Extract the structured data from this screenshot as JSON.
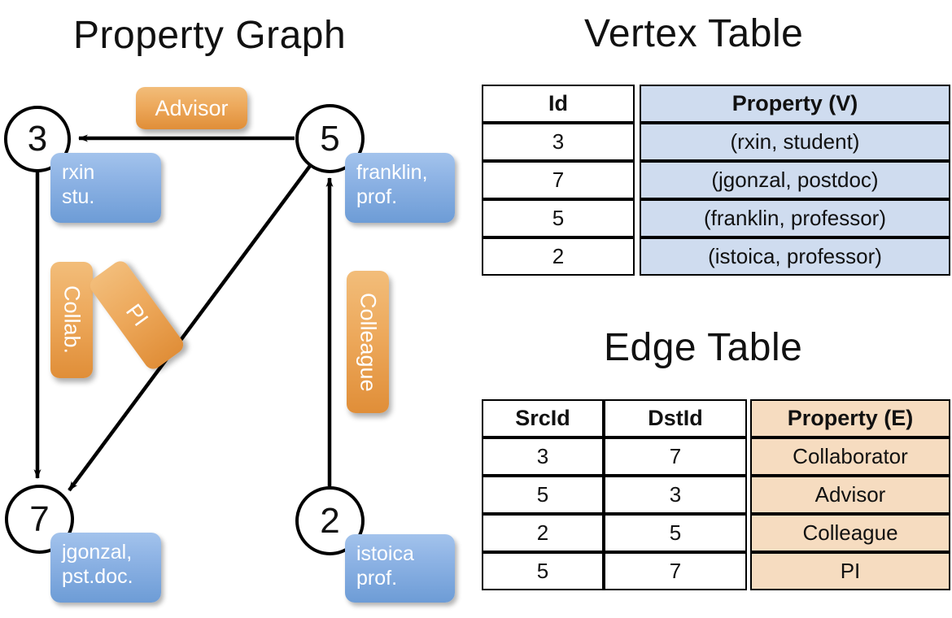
{
  "titles": {
    "property_graph": "Property Graph",
    "vertex_table": "Vertex Table",
    "edge_table": "Edge Table"
  },
  "graph": {
    "nodes": [
      {
        "id": "3",
        "property": "rxin\nstu.",
        "prop_line1": "rxin",
        "prop_line2": "stu."
      },
      {
        "id": "5",
        "property": "franklin,\nprof.",
        "prop_line1": "franklin,",
        "prop_line2": "prof."
      },
      {
        "id": "7",
        "property": "jgonzal,\npst.doc.",
        "prop_line1": "jgonzal,",
        "prop_line2": "pst.doc."
      },
      {
        "id": "2",
        "property": "istoica\nprof.",
        "prop_line1": "istoica",
        "prop_line2": "prof."
      }
    ],
    "edges": [
      {
        "from": "5",
        "to": "3",
        "label": "Advisor"
      },
      {
        "from": "3",
        "to": "7",
        "label": "Collab."
      },
      {
        "from": "5",
        "to": "7",
        "label": "PI"
      },
      {
        "from": "2",
        "to": "5",
        "label": "Colleague"
      }
    ]
  },
  "vertex_table": {
    "headers": [
      "Id",
      "Property (V)"
    ],
    "rows": [
      {
        "id": "3",
        "property": "(rxin, student)"
      },
      {
        "id": "7",
        "property": "(jgonzal, postdoc)"
      },
      {
        "id": "5",
        "property": "(franklin, professor)"
      },
      {
        "id": "2",
        "property": "(istoica, professor)"
      }
    ]
  },
  "edge_table": {
    "headers": [
      "SrcId",
      "DstId",
      "Property (E)"
    ],
    "rows": [
      {
        "src": "3",
        "dst": "7",
        "property": "Collaborator"
      },
      {
        "src": "5",
        "dst": "3",
        "property": "Advisor"
      },
      {
        "src": "2",
        "dst": "5",
        "property": "Colleague"
      },
      {
        "src": "5",
        "dst": "7",
        "property": "PI"
      }
    ]
  },
  "colors": {
    "vertex_property_fill": "#cfdcef",
    "edge_property_fill": "#f6dcc0",
    "node_box_blue": "#8fb4e5",
    "edge_label_orange": "#eda95c"
  }
}
